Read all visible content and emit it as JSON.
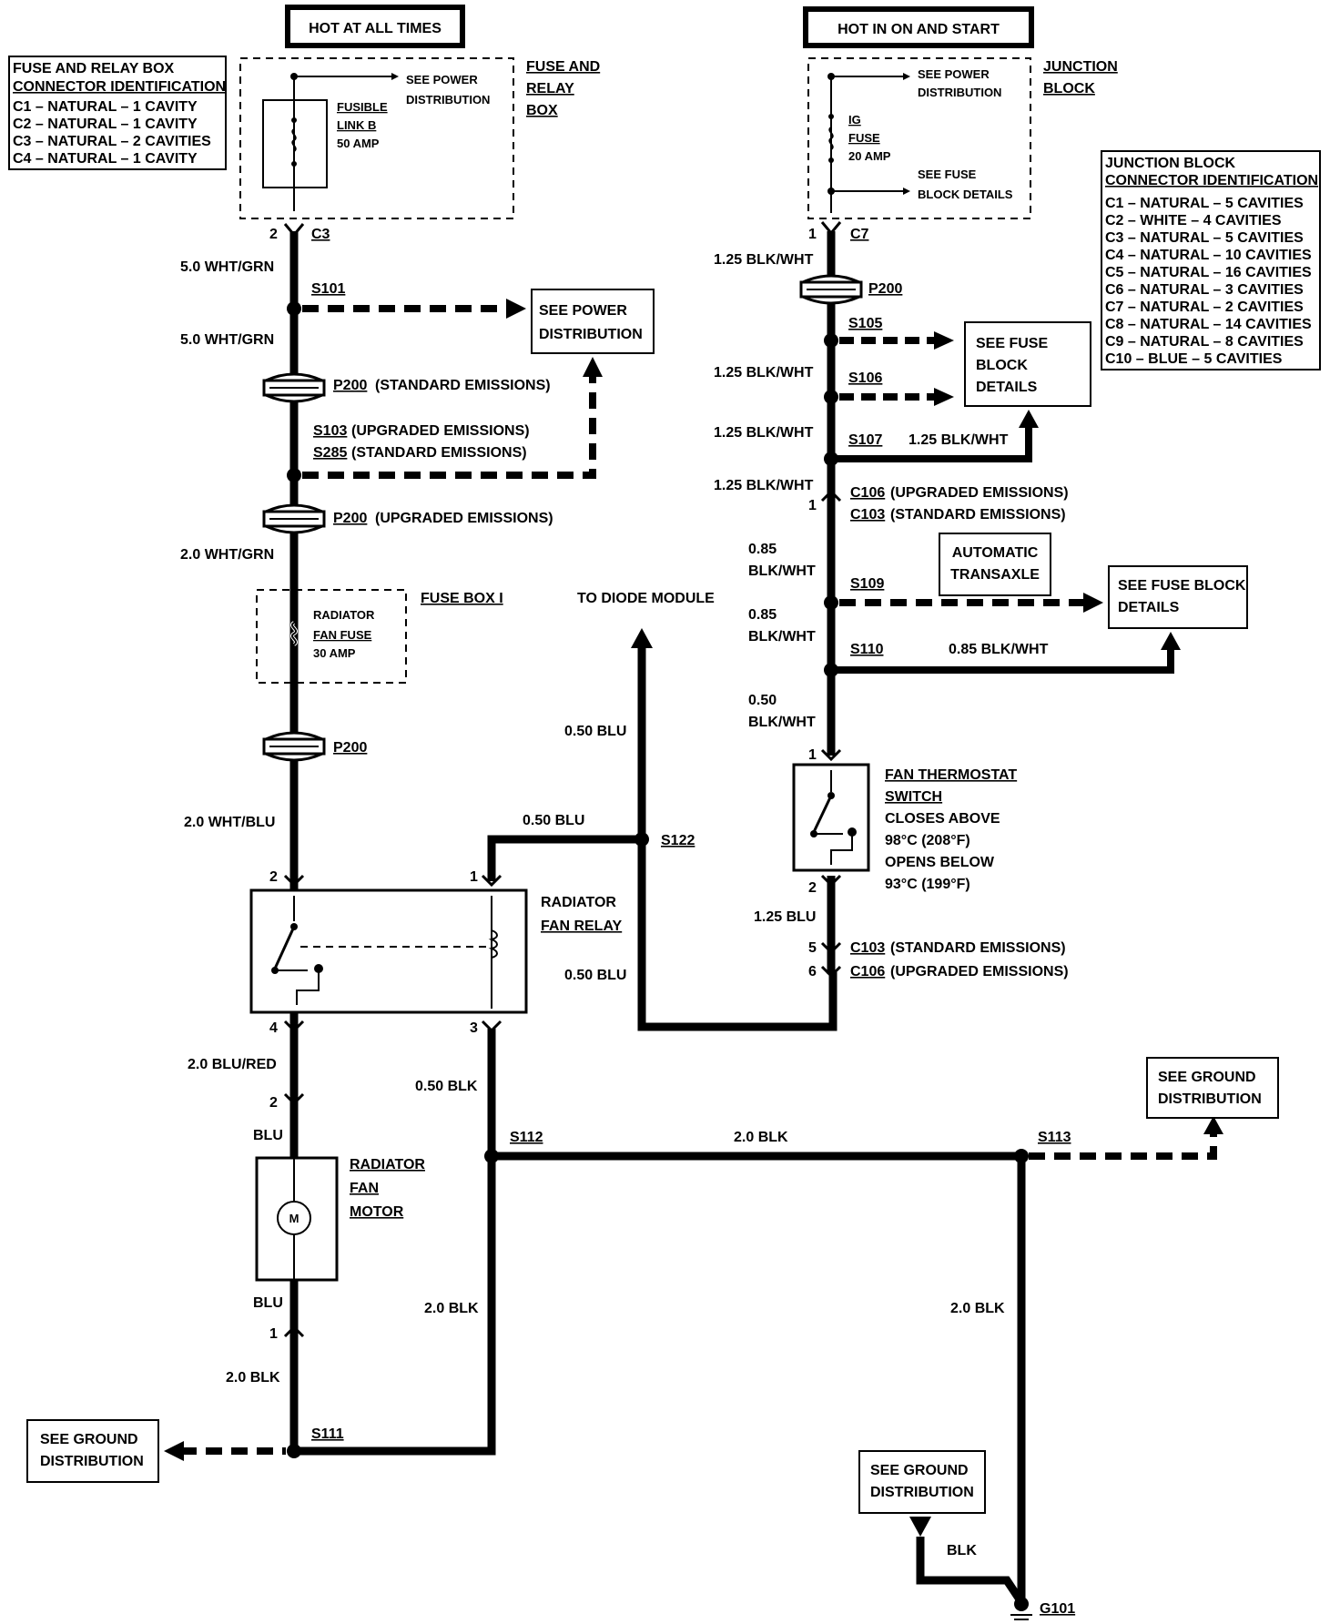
{
  "hot_headers": {
    "always": "HOT AT ALL TIMES",
    "on_start": "HOT IN ON AND START"
  },
  "fuse_relay_table": {
    "title1": "FUSE AND RELAY BOX",
    "title2": "CONNECTOR IDENTIFICATION",
    "rows": [
      "C1 – NATURAL – 1 CAVITY",
      "C2 – NATURAL – 1 CAVITY",
      "C3 – NATURAL – 2 CAVITIES",
      "C4 – NATURAL – 1 CAVITY"
    ]
  },
  "junction_table": {
    "title1": "JUNCTION BLOCK",
    "title2": "CONNECTOR IDENTIFICATION",
    "rows": [
      "C1 – NATURAL – 5 CAVITIES",
      "C2 – WHITE – 4 CAVITIES",
      "C3 – NATURAL – 5 CAVITIES",
      "C4 – NATURAL – 10 CAVITIES",
      "C5 – NATURAL – 16 CAVITIES",
      "C6 – NATURAL – 3 CAVITIES",
      "C7 – NATURAL – 2 CAVITIES",
      "C8 – NATURAL – 14 CAVITIES",
      "C9 – NATURAL – 8 CAVITIES",
      "C10 – BLUE – 5 CAVITIES"
    ]
  },
  "fuse_relay_box": {
    "name": [
      "FUSE AND",
      "RELAY",
      "BOX"
    ],
    "see_power": [
      "SEE POWER",
      "DISTRIBUTION"
    ],
    "fusible": [
      "FUSIBLE",
      "LINK B",
      "50 AMP"
    ],
    "pin": "2",
    "conn": "C3"
  },
  "junction_block": {
    "name": [
      "JUNCTION",
      "BLOCK"
    ],
    "see_power": [
      "SEE POWER",
      "DISTRIBUTION"
    ],
    "fuse": [
      "IG",
      "FUSE",
      "20 AMP"
    ],
    "see_fuse": [
      "SEE FUSE",
      "BLOCK DETAILS"
    ],
    "pin": "1",
    "conn": "C7"
  },
  "left_wires": {
    "w1": "5.0 WHT/GRN",
    "s101": "S101",
    "w2": "5.0 WHT/GRN",
    "p200_std": "P200",
    "std_em": "(STANDARD EMISSIONS)",
    "s103": "S103",
    "upg_em": "(UPGRADED EMISSIONS)",
    "s285": "S285",
    "std_em2": "(STANDARD EMISSIONS)",
    "p200_upg": "P200",
    "upg_em2": "(UPGRADED EMISSIONS)",
    "w3": "2.0 WHT/GRN",
    "fuse_box": "FUSE BOX I",
    "rad_fuse": [
      "RADIATOR",
      "FAN FUSE",
      "30 AMP"
    ],
    "p200": "P200",
    "w4": "2.0 WHT/BLU",
    "see_power": [
      "SEE POWER",
      "DISTRIBUTION"
    ]
  },
  "relay": {
    "name": [
      "RADIATOR",
      "FAN RELAY"
    ],
    "pin2": "2",
    "pin1": "1",
    "pin4": "4",
    "pin3": "3",
    "w_in": "0.50 BLU",
    "s122": "S122",
    "w_up": "0.50 BLU",
    "to_diode": "TO DIODE MODULE",
    "w_low": "0.50 BLU"
  },
  "motor": {
    "w1": "2.0 BLU/RED",
    "pin2": "2",
    "blu1": "BLU",
    "name": [
      "RADIATOR",
      "FAN",
      "MOTOR"
    ],
    "m": "M",
    "blu2": "BLU",
    "pin1": "1",
    "w2": "2.0 BLK",
    "s111": "S111",
    "see_ground": [
      "SEE GROUND",
      "DISTRIBUTION"
    ]
  },
  "ground": {
    "w_relay3": "0.50 BLK",
    "s112": "S112",
    "w_main": "2.0 BLK",
    "s113": "S113",
    "see_ground_r": [
      "SEE GROUND",
      "DISTRIBUTION"
    ],
    "w_left": "2.0 BLK",
    "w_right": "2.0 BLK",
    "see_ground_b": [
      "SEE GROUND",
      "DISTRIBUTION"
    ],
    "blk": "BLK",
    "g101": "G101"
  },
  "right_wires": {
    "w1": "1.25 BLK/WHT",
    "p200": "P200",
    "s105": "S105",
    "w2": "1.25 BLK/WHT",
    "s106": "S106",
    "see_fuse1": [
      "SEE FUSE",
      "BLOCK",
      "DETAILS"
    ],
    "w3": "1.25 BLK/WHT",
    "s107": "S107",
    "w_s107": "1.25 BLK/WHT",
    "w4": "1.25 BLK/WHT",
    "pin1": "1",
    "c106": "C106",
    "c106_t": "(UPGRADED EMISSIONS)",
    "c103": "C103",
    "c103_t": "(STANDARD EMISSIONS)",
    "w5": [
      "0.85",
      "BLK/WHT"
    ],
    "s109": "S109",
    "auto": [
      "AUTOMATIC",
      "TRANSAXLE"
    ],
    "see_fuse2": [
      "SEE FUSE BLOCK",
      "DETAILS"
    ],
    "w6": [
      "0.85",
      "BLK/WHT"
    ],
    "s110": "S110",
    "w_s110": "0.85 BLK/WHT",
    "w7": [
      "0.50",
      "BLK/WHT"
    ]
  },
  "thermostat": {
    "pin1": "1",
    "pin2": "2",
    "name": [
      "FAN THERMOSTAT",
      "SWITCH"
    ],
    "desc": [
      "CLOSES ABOVE",
      "98°C (208°F)",
      "OPENS BELOW",
      "93°C (199°F)"
    ],
    "w_out": "1.25 BLU",
    "pin5": "5",
    "pin6": "6",
    "c103": "C103",
    "c103_t": "(STANDARD EMISSIONS)",
    "c106": "C106",
    "c106_t": "(UPGRADED EMISSIONS)"
  }
}
